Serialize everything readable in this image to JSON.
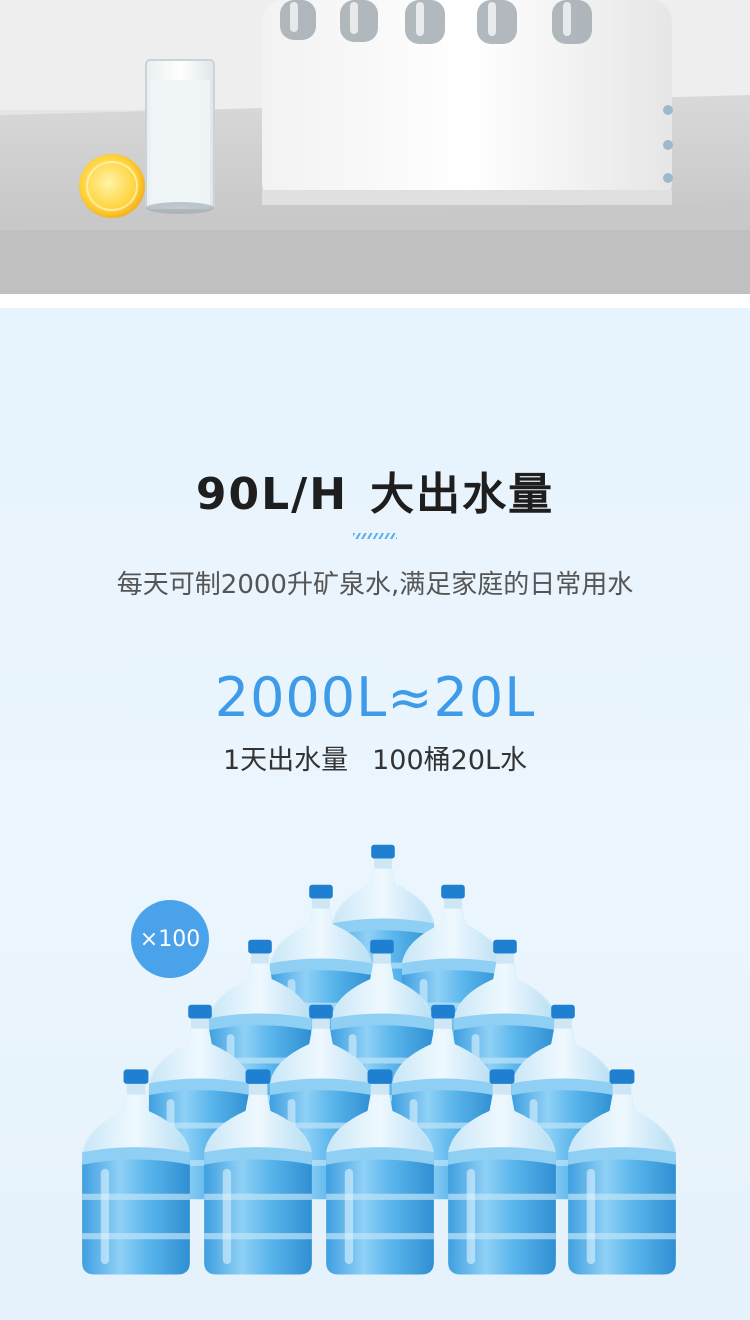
{
  "headline": {
    "main": "90L/H",
    "sub": "大出水量"
  },
  "subline": "每天可制2000升矿泉水,满足家庭的日常用水",
  "big_figure": "2000L≈20L",
  "caption": {
    "left": "1天出水量",
    "right": "100桶20L水"
  },
  "badge": "×100",
  "colors": {
    "accent": "#3d9be9",
    "badge": "#4aa3ea",
    "bottle": "#49a9e6"
  }
}
